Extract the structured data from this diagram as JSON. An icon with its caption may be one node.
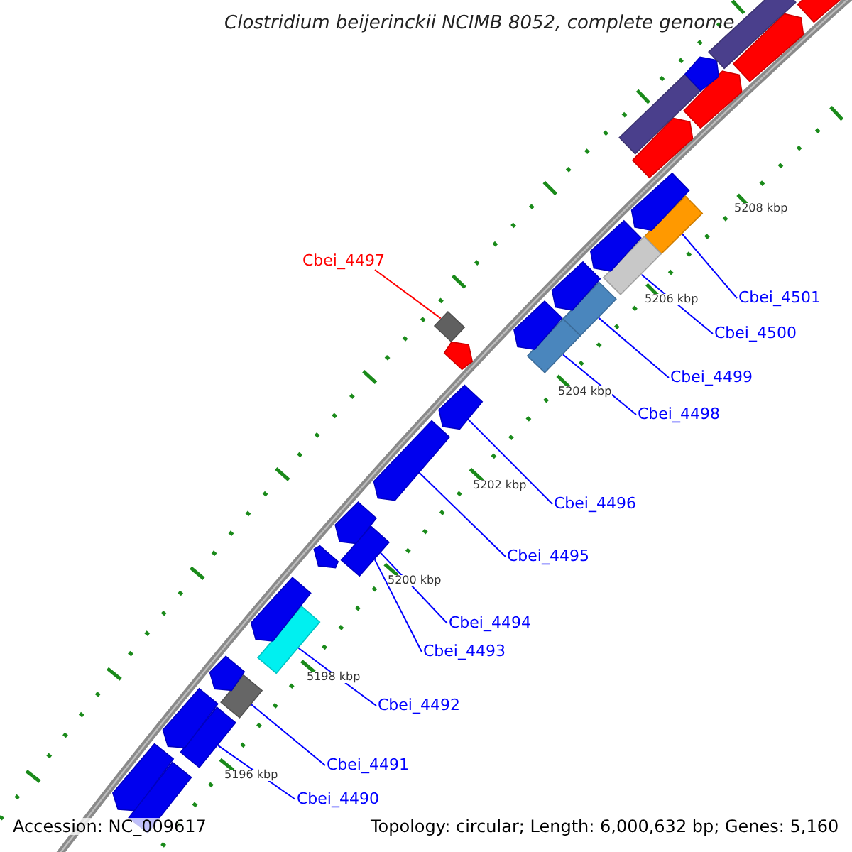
{
  "diagram": {
    "title": "Clostridium beijerinckii NCIMB 8052, complete genome",
    "nodes": [
      {
        "text": [
          "Cbei_4497"
        ]
      },
      {
        "text": [
          "Cbei_4501"
        ]
      },
      {
        "text": [
          "Cbei_4500"
        ]
      },
      {
        "text": [
          "Cbei_4499"
        ]
      },
      {
        "text": [
          "Cbei_4498"
        ]
      },
      {
        "text": [
          "Cbei_4496"
        ]
      },
      {
        "text": [
          "Cbei_4495"
        ]
      },
      {
        "text": [
          "Cbei_4494"
        ]
      },
      {
        "text": [
          "Cbei_4493"
        ]
      },
      {
        "text": [
          "Cbei_4492"
        ]
      },
      {
        "text": [
          "Cbei_4491"
        ]
      },
      {
        "text": [
          "Cbei_4490"
        ]
      },
      {
        "text": [],
        "shape": "diamond"
      },
      {
        "text": [],
        "shape": "bar"
      },
      {
        "text": [],
        "shape": "bar"
      },
      {
        "text": [],
        "shape": "bar"
      },
      {
        "text": [],
        "shape": "bar"
      },
      {
        "text": [],
        "shape": "arrow"
      },
      {
        "text": [],
        "shape": "arrow"
      },
      {
        "text": [],
        "shape": "arrow"
      },
      {
        "text": [],
        "shape": "bar"
      },
      {
        "text": [],
        "shape": "bar"
      },
      {
        "text": [],
        "shape": "bar"
      },
      {
        "text": [],
        "shape": "bar"
      },
      {
        "text": [],
        "shape": "arrow"
      },
      {
        "text": [],
        "shape": "arrow"
      },
      {
        "text": [],
        "shape": "arrow"
      },
      {
        "text": [],
        "shape": "arrow"
      },
      {
        "text": [],
        "shape": "arrow"
      },
      {
        "text": [],
        "shape": "arrow"
      },
      {
        "text": [],
        "shape": "arrow"
      },
      {
        "text": [],
        "shape": "arrow"
      },
      {
        "text": [],
        "shape": "arrow"
      },
      {
        "text": [],
        "shape": "arrow"
      },
      {
        "text": [],
        "shape": "bar"
      },
      {
        "text": [],
        "shape": "arrow"
      },
      {
        "text": [],
        "shape": "arrow"
      },
      {
        "text": [],
        "shape": "arrow"
      },
      {
        "text": [],
        "shape": "arrow"
      },
      {
        "text": [],
        "shape": "bar"
      },
      {
        "text": [],
        "shape": "arrow"
      },
      {
        "text": [],
        "shape": "bar"
      }
    ],
    "edges": [
      {
        "from": 0,
        "to": 12,
        "arrow": "none",
        "color": "#ff0000"
      },
      {
        "from": 1,
        "to": 13,
        "arrow": "none"
      },
      {
        "from": 2,
        "to": 14,
        "arrow": "none"
      },
      {
        "from": 3,
        "to": 15,
        "arrow": "none"
      },
      {
        "from": 4,
        "to": 16,
        "arrow": "none"
      },
      {
        "from": 5,
        "to": 17,
        "arrow": "none"
      },
      {
        "from": 6,
        "to": 18,
        "arrow": "none"
      },
      {
        "from": 7,
        "to": 19,
        "arrow": "none"
      },
      {
        "from": 8,
        "to": 20,
        "arrow": "none"
      },
      {
        "from": 9,
        "to": 21,
        "arrow": "none"
      },
      {
        "from": 10,
        "to": 22,
        "arrow": "none"
      },
      {
        "from": 11,
        "to": 23,
        "arrow": "none"
      }
    ],
    "labels": [
      "5208 kbp",
      "5206 kbp",
      "5204 kbp",
      "5202 kbp",
      "5200 kbp",
      "5198 kbp",
      "5196 kbp",
      "Accession: NC_009617",
      "Topology: circular; Length: 6,000,632 bp; Genes: 5,160"
    ]
  }
}
